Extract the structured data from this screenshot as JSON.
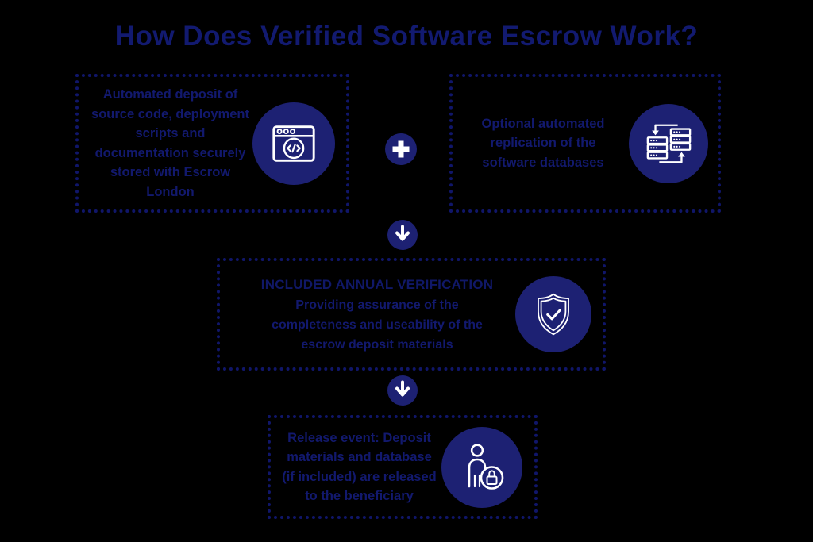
{
  "title": "How Does Verified Software Escrow Work?",
  "colors": {
    "background": "#000000",
    "navy_fill": "#1d2173",
    "text_navy": "#12196e",
    "border_dots": "#10166a",
    "icon_stroke": "#ffffff"
  },
  "icons": {
    "deposit": "browser-code-icon",
    "replication": "database-replication-icon",
    "verification": "shield-check-icon",
    "release": "person-lock-icon",
    "plus": "+",
    "arrow_down": "↓"
  },
  "steps": {
    "deposit": {
      "text": "Automated deposit of\nsource code, deployment\nscripts and\ndocumentation securely\nstored with Escrow\nLondon"
    },
    "replication": {
      "text": "Optional automated\nreplication of the\nsoftware databases"
    },
    "verification": {
      "heading": "INCLUDED ANNUAL VERIFICATION",
      "text": "Providing assurance of the\ncompleteness and useability of the\nescrow deposit materials"
    },
    "release": {
      "text": "Release event: Deposit\nmaterials and database\n(if included) are released\nto the beneficiary"
    }
  }
}
